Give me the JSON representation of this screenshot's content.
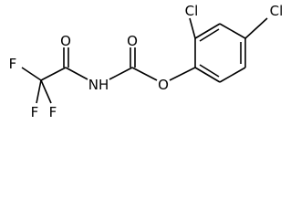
{
  "molecule": {
    "atoms": {
      "cl_upper": "Cl",
      "cl_right": "Cl",
      "o_carbamate": "O",
      "o_ester": "O",
      "o_acyl": "O",
      "nh": "NH",
      "f_left": "F",
      "f_bottom_left": "F",
      "f_bottom_right": "F"
    }
  },
  "colors": {
    "bond": "#000000",
    "label": "#000000",
    "background": "#ffffff"
  }
}
